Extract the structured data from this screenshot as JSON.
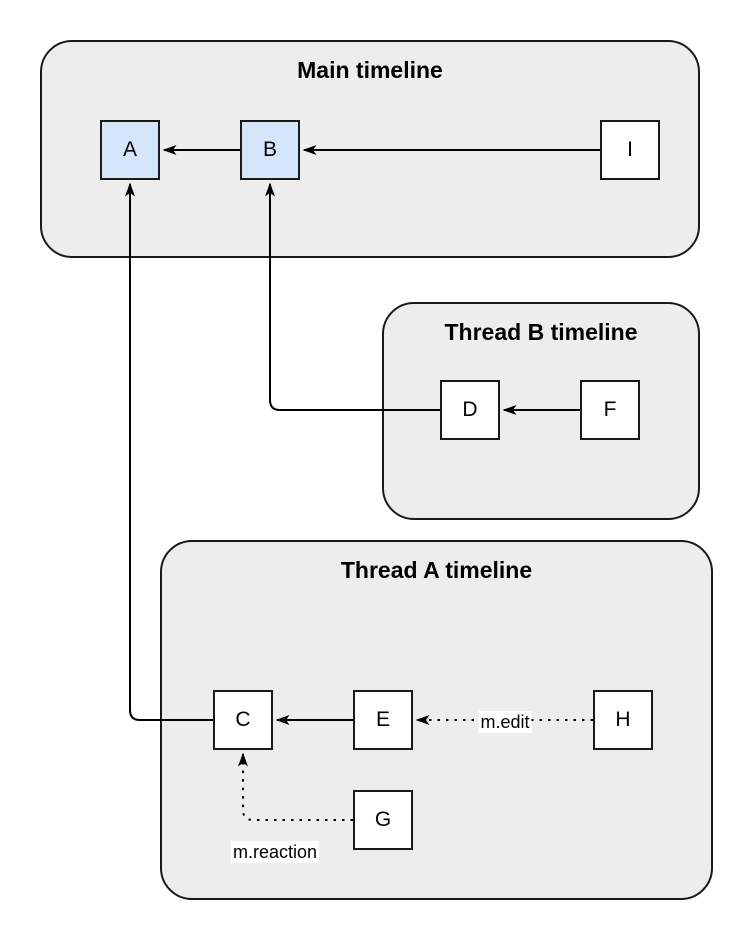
{
  "diagram": {
    "containers": [
      {
        "id": "main",
        "title": "Main timeline"
      },
      {
        "id": "thread-b",
        "title": "Thread B timeline"
      },
      {
        "id": "thread-a",
        "title": "Thread A timeline"
      }
    ],
    "nodes": [
      {
        "id": "A",
        "label": "A",
        "container": "main",
        "highlighted": true
      },
      {
        "id": "B",
        "label": "B",
        "container": "main",
        "highlighted": true
      },
      {
        "id": "I",
        "label": "I",
        "container": "main",
        "highlighted": false
      },
      {
        "id": "D",
        "label": "D",
        "container": "thread-b",
        "highlighted": false
      },
      {
        "id": "F",
        "label": "F",
        "container": "thread-b",
        "highlighted": false
      },
      {
        "id": "C",
        "label": "C",
        "container": "thread-a",
        "highlighted": false
      },
      {
        "id": "E",
        "label": "E",
        "container": "thread-a",
        "highlighted": false
      },
      {
        "id": "H",
        "label": "H",
        "container": "thread-a",
        "highlighted": false
      },
      {
        "id": "G",
        "label": "G",
        "container": "thread-a",
        "highlighted": false
      }
    ],
    "edges": [
      {
        "from": "B",
        "to": "A",
        "style": "solid",
        "label": ""
      },
      {
        "from": "I",
        "to": "B",
        "style": "solid",
        "label": ""
      },
      {
        "from": "F",
        "to": "D",
        "style": "solid",
        "label": ""
      },
      {
        "from": "D",
        "to": "B",
        "style": "solid",
        "label": ""
      },
      {
        "from": "E",
        "to": "C",
        "style": "solid",
        "label": ""
      },
      {
        "from": "C",
        "to": "A",
        "style": "solid",
        "label": ""
      },
      {
        "from": "H",
        "to": "E",
        "style": "dotted",
        "label": "m.edit"
      },
      {
        "from": "G",
        "to": "C",
        "style": "dotted",
        "label": "m.reaction"
      }
    ],
    "colors": {
      "page_bg": "#ffffff",
      "container_fill": "#ededed",
      "container_border": "#1a1a1a",
      "node_fill": "#ffffff",
      "node_border": "#1a1a1a",
      "highlight_fill": "#d5e5fa",
      "arrow": "#000000",
      "label_bg": "#ffffff",
      "text": "#000000"
    }
  }
}
